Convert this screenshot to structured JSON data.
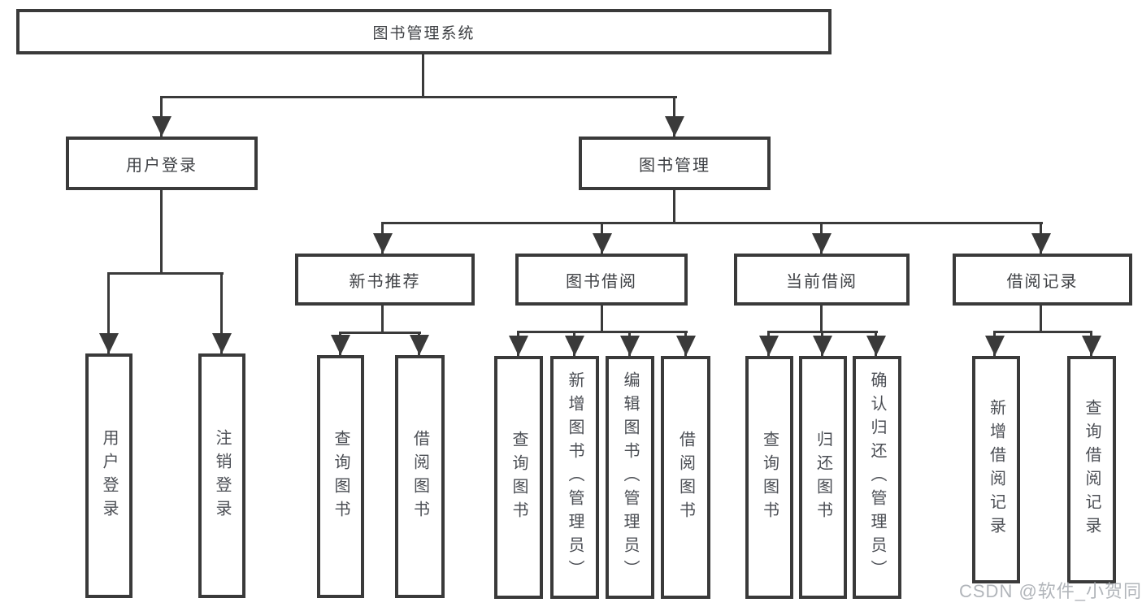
{
  "diagram": {
    "root": "图书管理系统",
    "branches": [
      {
        "label": "用户登录",
        "leaves": [
          "用户登录",
          "注销登录"
        ]
      },
      {
        "label": "图书管理",
        "groups": [
          {
            "label": "新书推荐",
            "leaves": [
              "查询图书",
              "借阅图书"
            ]
          },
          {
            "label": "图书借阅",
            "leaves": [
              "查询图书",
              "新增图书（管理员）",
              "编辑图书（管理员）",
              "借阅图书"
            ]
          },
          {
            "label": "当前借阅",
            "leaves": [
              "查询图书",
              "归还图书",
              "确认归还（管理员）"
            ]
          },
          {
            "label": "借阅记录",
            "leaves": [
              "新增借阅记录",
              "查询借阅记录"
            ]
          }
        ]
      }
    ]
  },
  "watermark": "CSDN @软件_小贺同学",
  "colors": {
    "line": "#3a3a3a",
    "heading_text": "#3e4044",
    "leaf_text": "#4b4e54",
    "watermark": "#a9adb3"
  }
}
